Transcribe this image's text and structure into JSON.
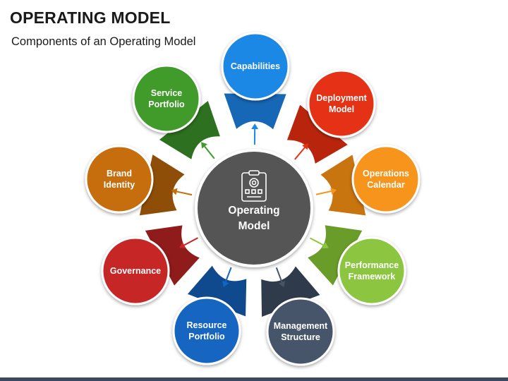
{
  "title": "OPERATING MODEL",
  "subtitle": "Components of an Operating Model",
  "center": {
    "lines": [
      "Operating",
      "Model"
    ],
    "icon": "clipboard-chart-icon",
    "color": "#555555"
  },
  "components": [
    {
      "id": "capabilities",
      "lines": [
        "Capabilities"
      ],
      "color": "#1e88e5",
      "connector": "#1667b5"
    },
    {
      "id": "deployment-model",
      "lines": [
        "Deployment",
        "Model"
      ],
      "color": "#e53212",
      "connector": "#b8250c"
    },
    {
      "id": "operations-calendar",
      "lines": [
        "Operations",
        "Calendar"
      ],
      "color": "#f7941d",
      "connector": "#c8740f"
    },
    {
      "id": "performance-framework",
      "lines": [
        "Performance",
        "Framework"
      ],
      "color": "#8cc63f",
      "connector": "#6a9c2a"
    },
    {
      "id": "management-structure",
      "lines": [
        "Management",
        "Structure"
      ],
      "color": "#46546a",
      "connector": "#2f3a4b"
    },
    {
      "id": "resource-portfolio",
      "lines": [
        "Resource",
        "Portfolio"
      ],
      "color": "#1565c0",
      "connector": "#0f4a8f"
    },
    {
      "id": "governance",
      "lines": [
        "Governance"
      ],
      "color": "#c62828",
      "connector": "#8f1b1b"
    },
    {
      "id": "brand-identity",
      "lines": [
        "Brand",
        "Identity"
      ],
      "color": "#c66d0a",
      "connector": "#8f4e07"
    },
    {
      "id": "service-portfolio",
      "lines": [
        "Service",
        "Portfolio"
      ],
      "color": "#3f9b2b",
      "connector": "#2d7020"
    }
  ]
}
